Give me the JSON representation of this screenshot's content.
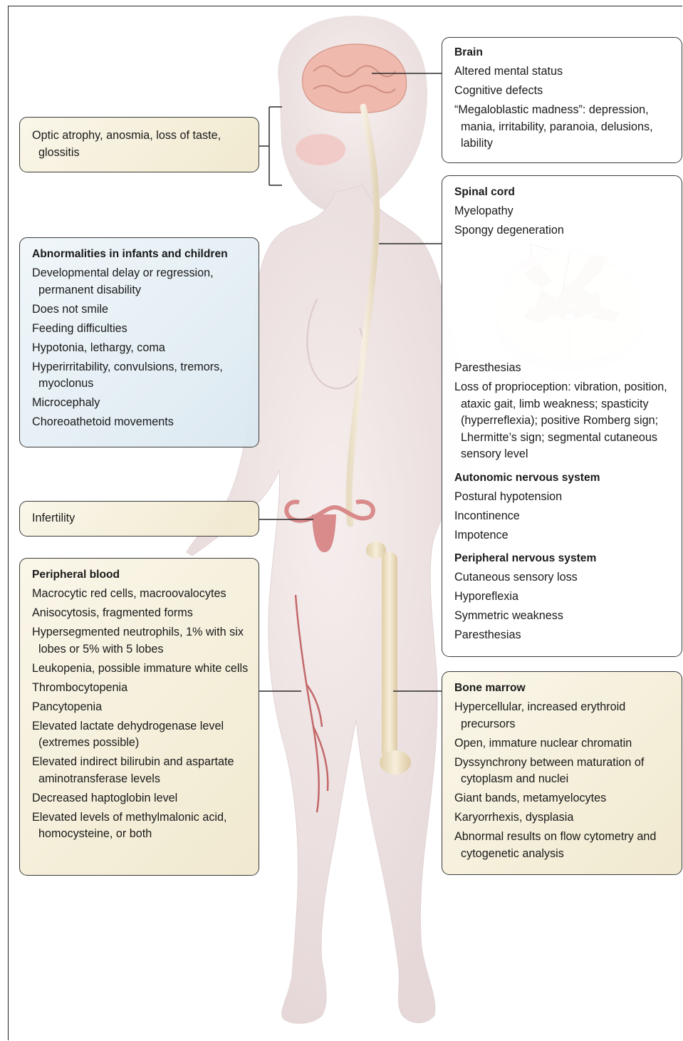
{
  "boxes": {
    "brain": {
      "title": "Brain",
      "items": [
        "Altered mental status",
        "Cognitive defects",
        "“Megaloblastic madness”: depression, mania, irritability, paranoia, delusions, lability"
      ]
    },
    "senses": {
      "items": [
        "Optic atrophy, anosmia, loss of taste, glossitis"
      ]
    },
    "spinal_cord": {
      "title": "Spinal cord",
      "items_top": [
        "Myelopathy",
        "Spongy degeneration"
      ],
      "items_bottom": [
        "Paresthesias",
        "Loss of proprioception: vibration, position, ataxic gait, limb weakness; spasticity (hyperreflexia); positive Romberg sign; Lhermitte’s sign; segmental cutaneous sensory level"
      ],
      "autonomic_title": "Autonomic nervous system",
      "autonomic_items": [
        "Postural hypotension",
        "Incontinence",
        "Impotence"
      ],
      "peripheral_title": "Peripheral nervous system",
      "peripheral_items": [
        "Cutaneous sensory loss",
        "Hyporeflexia",
        "Symmetric weakness",
        "Paresthesias"
      ]
    },
    "infants": {
      "title": "Abnormalities in infants and children",
      "items": [
        "Developmental delay or regression, permanent disability",
        "Does not smile",
        "Feeding difficulties",
        "Hypotonia, lethargy, coma",
        "Hyperirritability, convulsions, tremors, myoclonus",
        "Microcephaly",
        "Choreoathetoid movements"
      ]
    },
    "infertility": {
      "items": [
        "Infertility"
      ]
    },
    "blood": {
      "title": "Peripheral blood",
      "items": [
        "Macrocytic red cells, macroovalocytes",
        "Anisocytosis, fragmented forms",
        "Hypersegmented neutrophils, 1% with six lobes or 5% with 5 lobes",
        "Leukopenia, possible immature white cells",
        "Thrombocytopenia",
        "Pancytopenia",
        "Elevated lactate dehydrogenase level (extremes possible)",
        "Elevated indirect bilirubin and aspartate aminotransferase levels",
        "Decreased haptoglobin level",
        "Elevated levels of methylmalonic acid, homocysteine, or both"
      ]
    },
    "marrow": {
      "title": "Bone marrow",
      "items": [
        "Hypercellular, increased erythroid precursors",
        "Open, immature nuclear chromatin",
        "Dyssynchrony between maturation of cytoplasm and nuclei",
        "Giant bands, metamyelocytes",
        "Karyorrhexis, dysplasia",
        "Abnormal results on flow cytometry and cytogenetic analysis"
      ]
    }
  },
  "colors": {
    "body_fill": "#eee3e3",
    "brain_fill": "#efb9ad",
    "spinal_cord_fill": "#f1e7d4",
    "gray_matter": "#c99a72",
    "uterus": "#d98a8a",
    "vessel": "#b94a4a",
    "bone": "#eee0c2",
    "box_border": "#3a3a3a"
  }
}
